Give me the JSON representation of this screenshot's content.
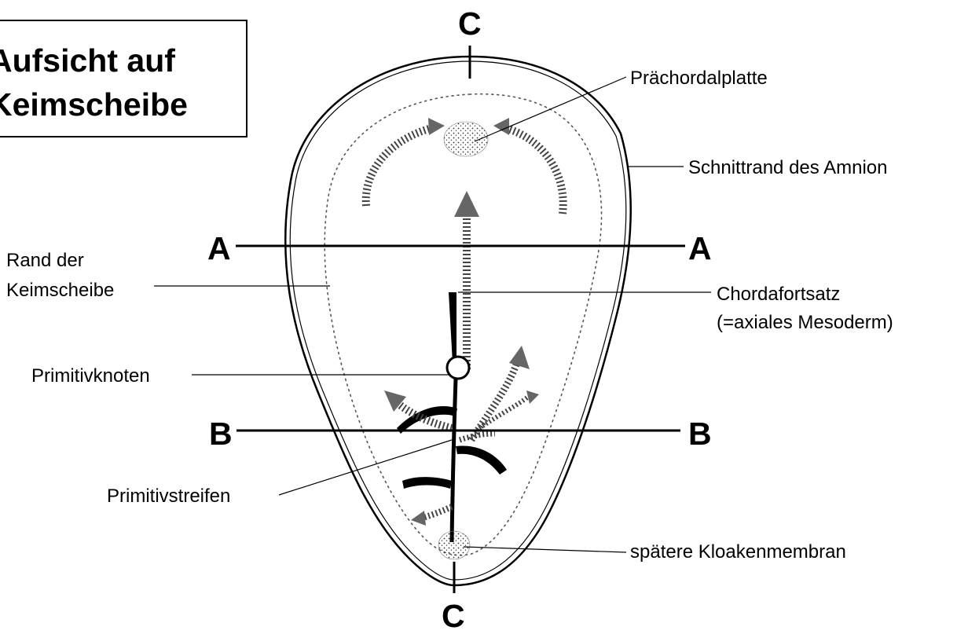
{
  "title": {
    "line1": "Aufsicht auf",
    "line2": "Keimscheibe"
  },
  "section_markers": {
    "a_left": "A",
    "a_right": "A",
    "b_left": "B",
    "b_right": "B",
    "c_top": "C",
    "c_bottom": "C"
  },
  "labels": {
    "prechordal_plate": "Prächordalplatte",
    "amnion_cut_edge": "Schnittrand des Amnion",
    "disc_edge_line1": "Rand der",
    "disc_edge_line2": "Keimscheibe",
    "notochord_line1": "Chordafortsatz",
    "notochord_line2": "(=axiales Mesoderm)",
    "primitive_node": "Primitivknoten",
    "primitive_streak": "Primitivstreifen",
    "cloacal_membrane": "spätere Kloakenmembran"
  },
  "colors": {
    "ink": "#000000",
    "background": "#ffffff",
    "stipple": "#555555"
  }
}
